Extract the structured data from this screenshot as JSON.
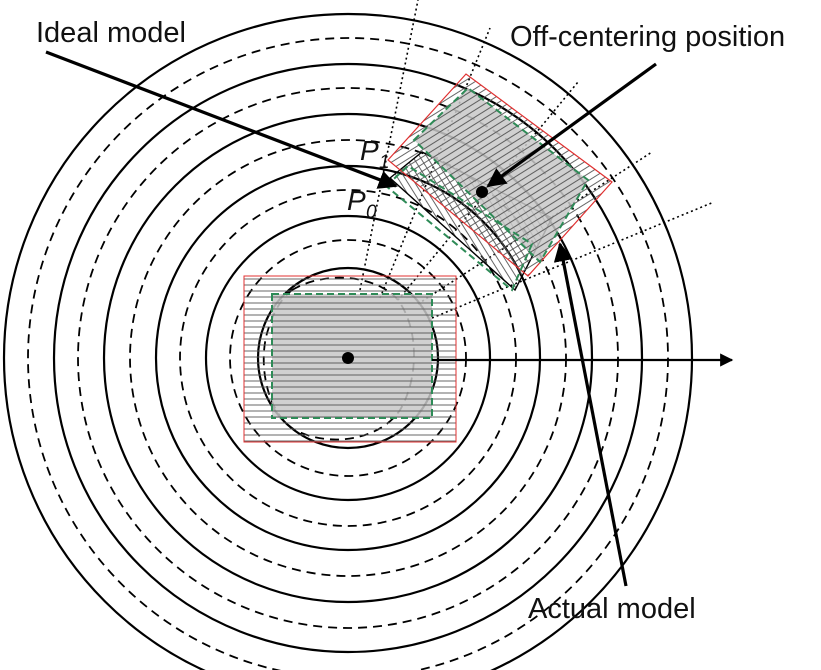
{
  "labels": {
    "ideal_model": "Ideal model",
    "off_centering": "Off-centering position",
    "actual_model": "Actual model",
    "p1_letter": "P",
    "p1_sub": "1",
    "p0_letter": "P",
    "p0_sub": "0"
  },
  "colors": {
    "line": "#000000",
    "outline_red": "#e03030",
    "outline_green": "#2e8b57",
    "hatch": "#555555",
    "fill_gray": "#c8c8c8"
  }
}
